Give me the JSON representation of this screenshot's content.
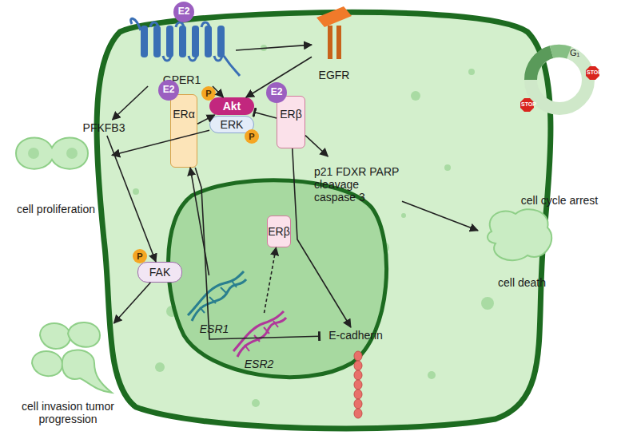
{
  "diagram": {
    "nodes": [
      {
        "text": [
          "E2"
        ]
      },
      {
        "text": [
          "GPER1"
        ]
      },
      {
        "text": [
          "EGFR"
        ]
      },
      {
        "text": [
          "PFKFB3"
        ]
      },
      {
        "text": [
          "ERα"
        ]
      },
      {
        "text": [
          "E2"
        ]
      },
      {
        "text": [
          "Akt"
        ]
      },
      {
        "text": [
          "P"
        ]
      },
      {
        "text": [
          "ERK"
        ]
      },
      {
        "text": [
          "P"
        ]
      },
      {
        "text": [
          "ERβ"
        ]
      },
      {
        "text": [
          "E2"
        ]
      },
      {
        "text": [
          "FAK"
        ]
      },
      {
        "text": [
          "P"
        ]
      },
      {
        "text": [
          "ESR1"
        ]
      },
      {
        "text": [
          "ESR2"
        ]
      },
      {
        "text": [
          "ERβ"
        ]
      },
      {
        "text": [
          "p21 FDXR PARP cleavage caspase 3"
        ]
      },
      {
        "text": [
          "E-cadherin"
        ]
      },
      {
        "text": [
          "cell proliferation"
        ]
      },
      {
        "text": [
          "cell cycle arrest"
        ]
      },
      {
        "text": [
          "cell death"
        ]
      },
      {
        "text": [
          "cell invasion tumor progression"
        ]
      }
    ],
    "edges": [
      {
        "from": 1,
        "to": 3,
        "arrow": "to"
      },
      {
        "from": 1,
        "to": 6,
        "arrow": "to"
      },
      {
        "from": 1,
        "to": 2,
        "arrow": "to"
      },
      {
        "from": 2,
        "to": 6,
        "arrow": "to"
      },
      {
        "from": 4,
        "to": 6,
        "arrow": "to"
      },
      {
        "from": 10,
        "to": 6,
        "arrow": "to"
      },
      {
        "from": 8,
        "to": 19,
        "arrow": "to"
      },
      {
        "from": 3,
        "to": 12,
        "arrow": "to"
      },
      {
        "from": 12,
        "to": 22,
        "arrow": "to"
      },
      {
        "from": 14,
        "to": 4,
        "arrow": "to"
      },
      {
        "from": 15,
        "to": 16,
        "arrow": "to"
      },
      {
        "from": 10,
        "to": 17,
        "arrow": "to"
      },
      {
        "from": 17,
        "to": 21,
        "arrow": "to"
      },
      {
        "from": 10,
        "to": 18,
        "arrow": "to"
      },
      {
        "from": 4,
        "to": 18,
        "arrow": "to"
      }
    ],
    "labels": [
      "G₁",
      "STOP",
      "STOP"
    ]
  }
}
